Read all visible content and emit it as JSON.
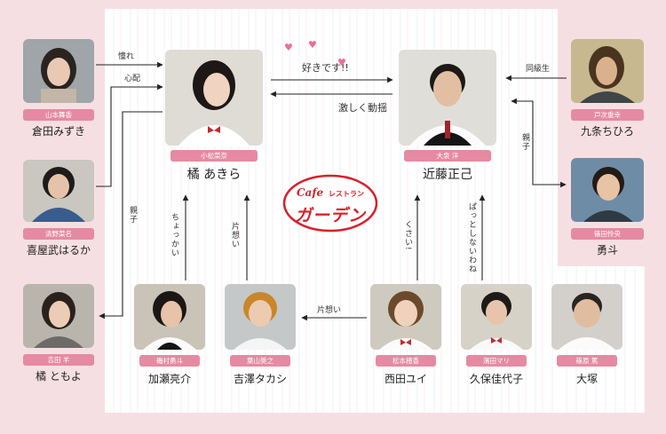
{
  "center_logo": {
    "cafe": "Cafe",
    "small": "レストラン",
    "main": "ガーデン"
  },
  "characters": {
    "yamamoto": {
      "actor": "山本舞香",
      "role": "倉田みずき"
    },
    "shino": {
      "actor": "清野菜名",
      "role": "喜屋武はるか"
    },
    "yoshida": {
      "actor": "吉田 羊",
      "role": "橘 ともよ"
    },
    "komatsu": {
      "actor": "小松菜奈",
      "role": "橘 あきら"
    },
    "oizumi": {
      "actor": "大泉 洋",
      "role": "近藤正己"
    },
    "totsugi": {
      "actor": "戸次重幸",
      "role": "九条ちひろ"
    },
    "hotta": {
      "actor": "篠田怜央",
      "role": "勇斗"
    },
    "isomura": {
      "actor": "磯村勇斗",
      "role": "加瀬亮介"
    },
    "hayama": {
      "actor": "葉山奨之",
      "role": "吉澤タカシ"
    },
    "matsumoto": {
      "actor": "松本穂香",
      "role": "西田ユイ"
    },
    "hamada": {
      "actor": "濱田マリ",
      "role": "久保佳代子"
    },
    "shinohara": {
      "actor": "篠原 篤",
      "role": "大塚"
    }
  },
  "relations": {
    "akogare": "憧れ",
    "shinpai": "心配",
    "oya_left": "親子",
    "suki": "好きです!!",
    "dokyo": "激しく動揺",
    "doukyusei": "同級生",
    "oya_right": "親子",
    "chokkai": "ちょっかい",
    "kataomoi1": "片想い",
    "kusai": "くさい!",
    "patto": "ぱっとしないわね",
    "kataomoi2": "片想い"
  },
  "colors": {
    "badge": "#e58aa2",
    "background": "#f6dfe2",
    "heart": "#ee6e97",
    "logo_red": "#d8202a"
  }
}
